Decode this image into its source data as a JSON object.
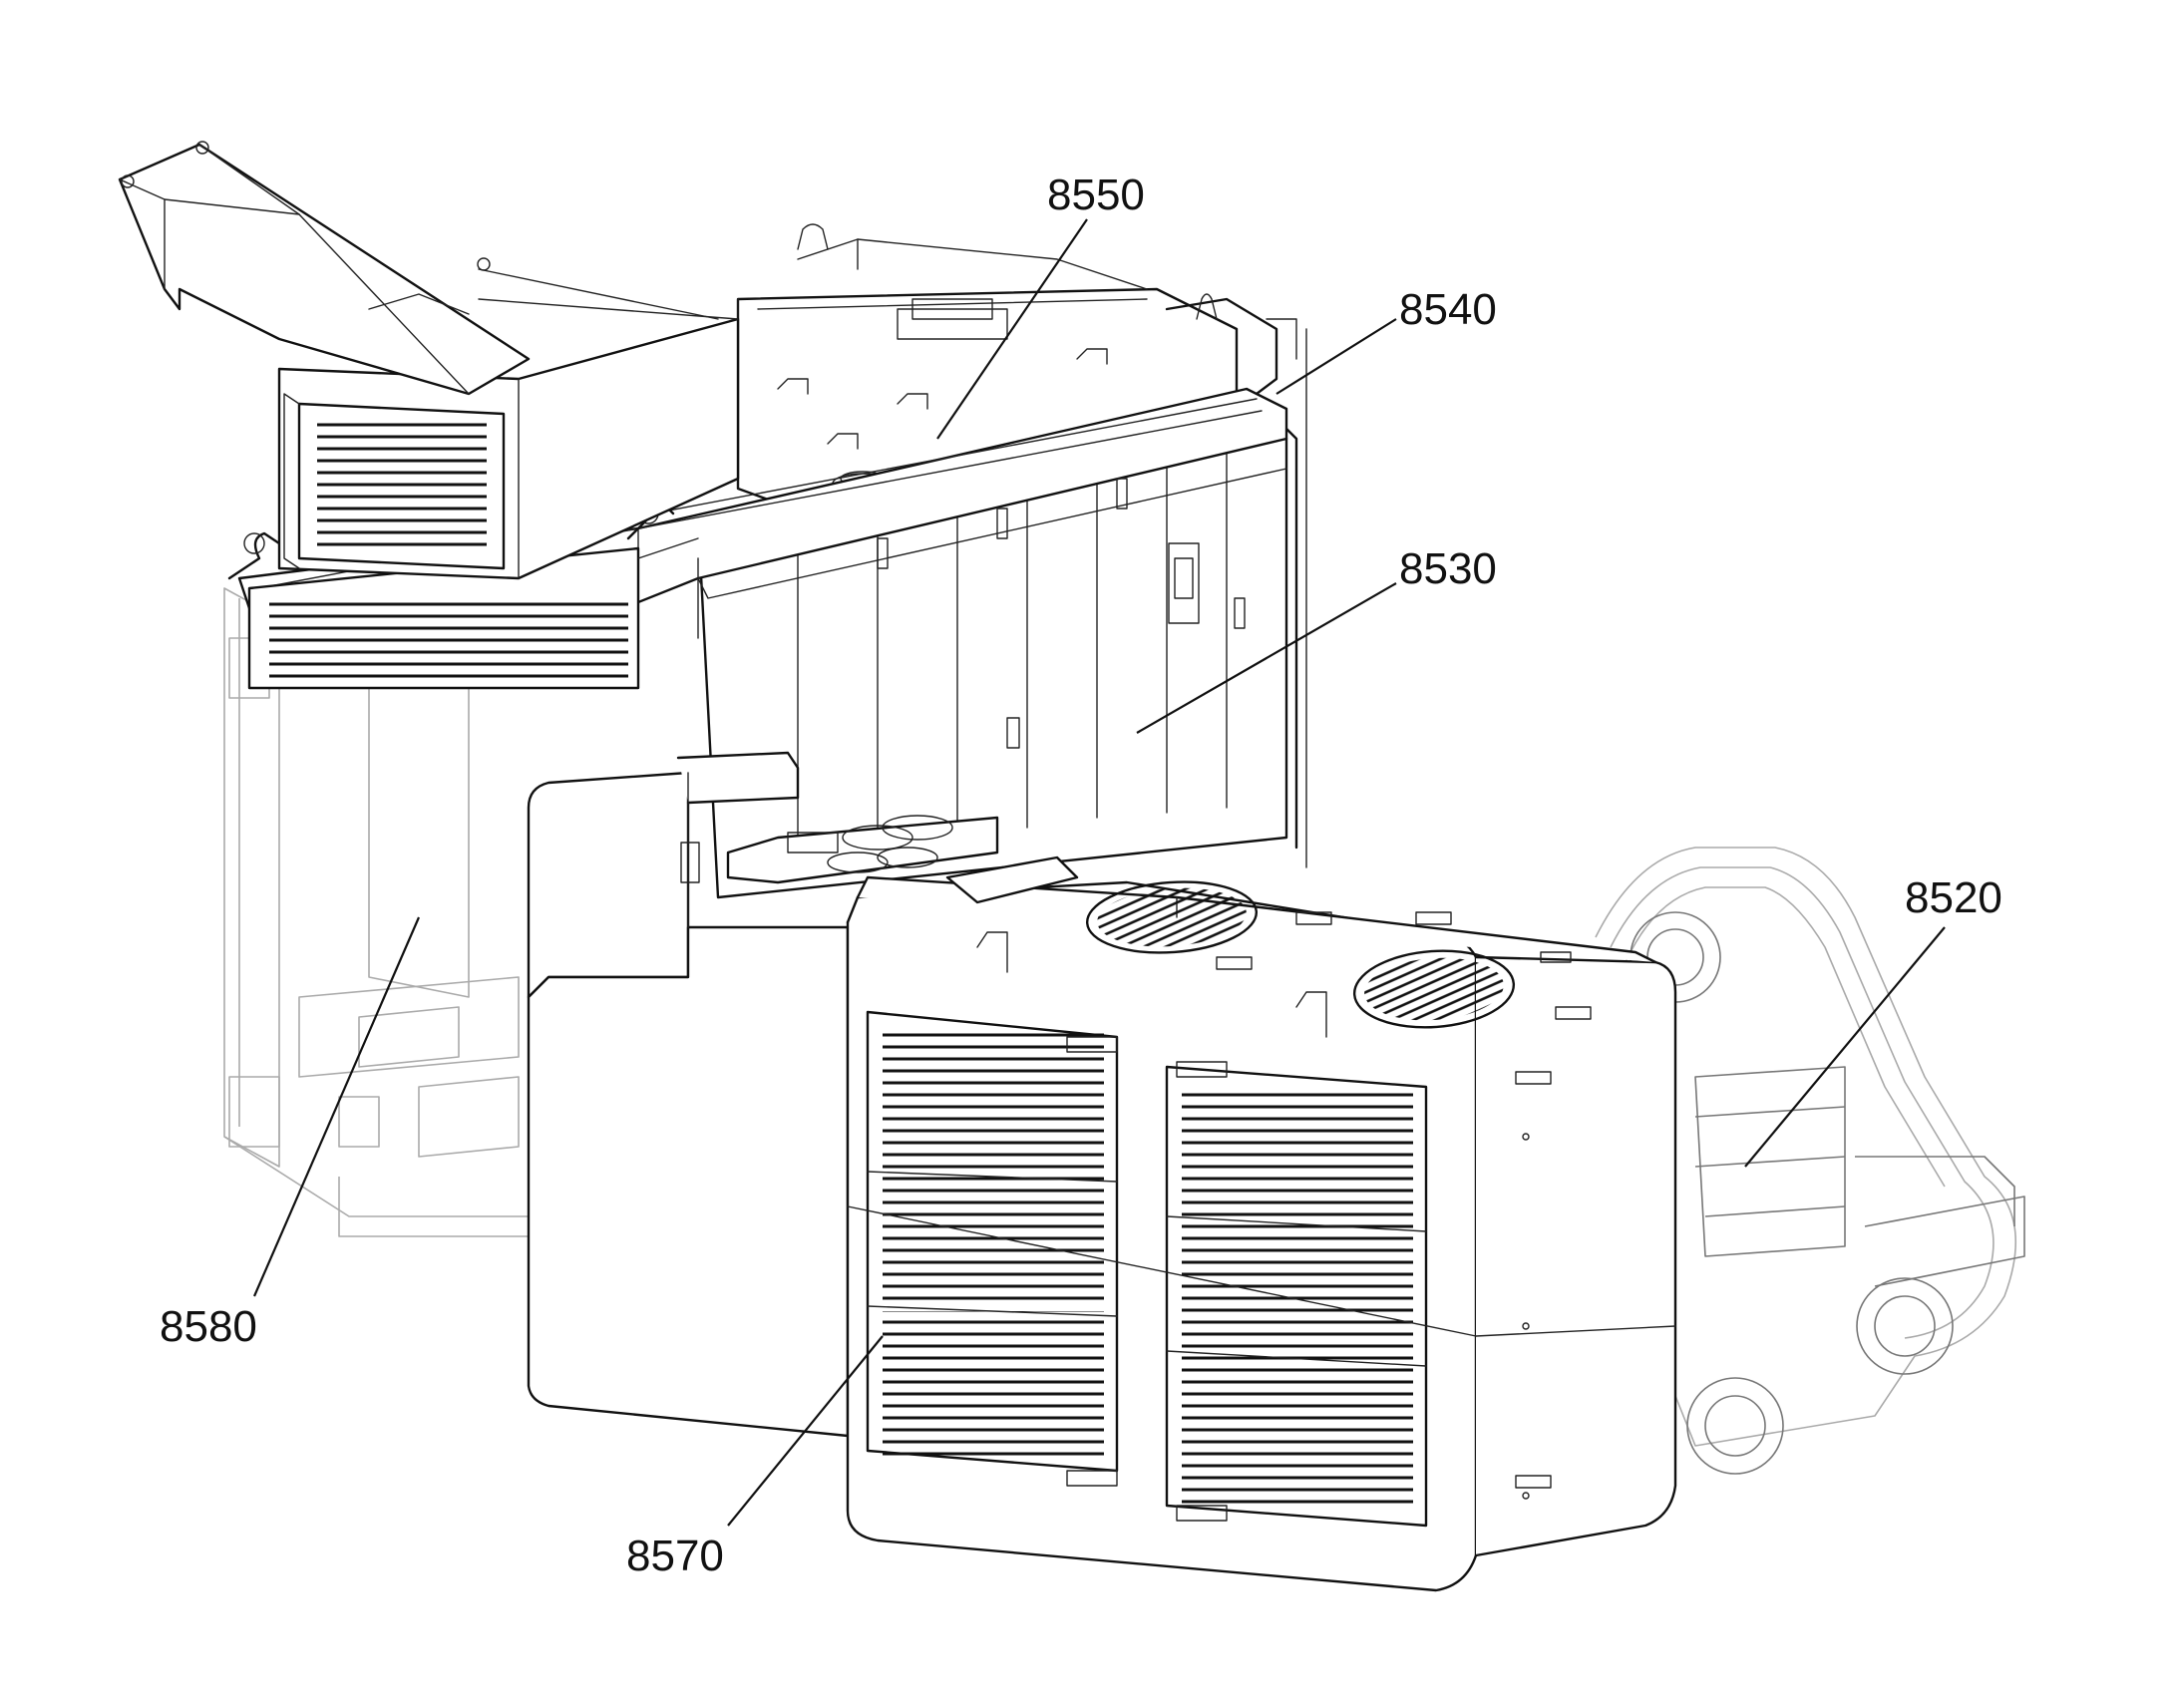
{
  "labels": {
    "l8520": "8520",
    "l8530": "8530",
    "l8540": "8540",
    "l8550": "8550",
    "l8570": "8570",
    "l8580": "8580"
  },
  "colors": {
    "line": "#111111",
    "background": "#ffffff"
  }
}
